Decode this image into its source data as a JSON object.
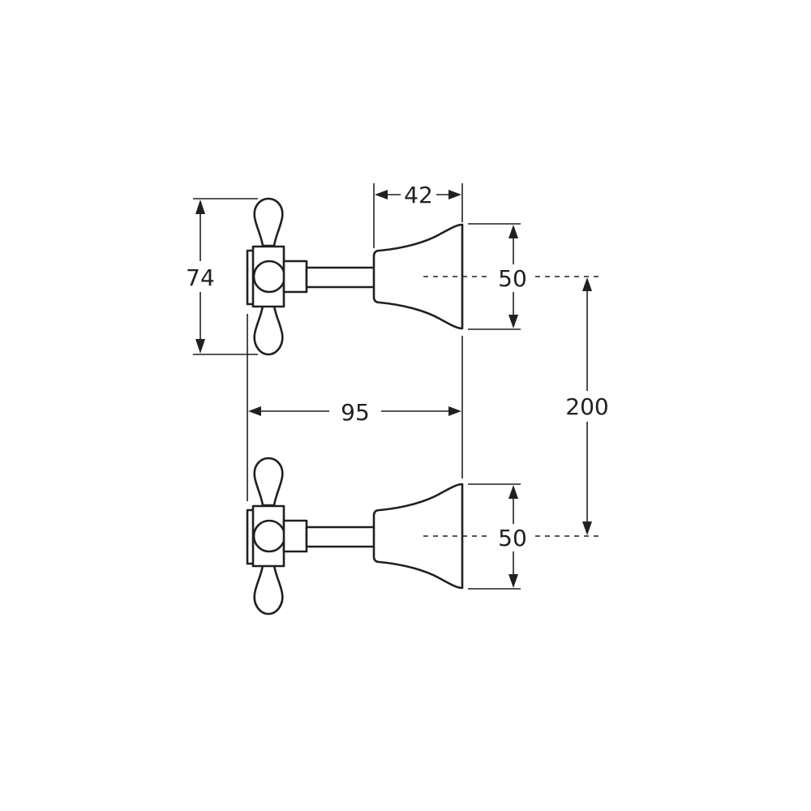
{
  "drawing": {
    "line_color": "#231f20",
    "background": "#ffffff",
    "dimensions": {
      "handle_height": "74",
      "spout_depth": "42",
      "top_outlet_diameter": "50",
      "bottom_outlet_diameter": "50",
      "overall_projection": "95",
      "centre_spacing": "200"
    }
  }
}
